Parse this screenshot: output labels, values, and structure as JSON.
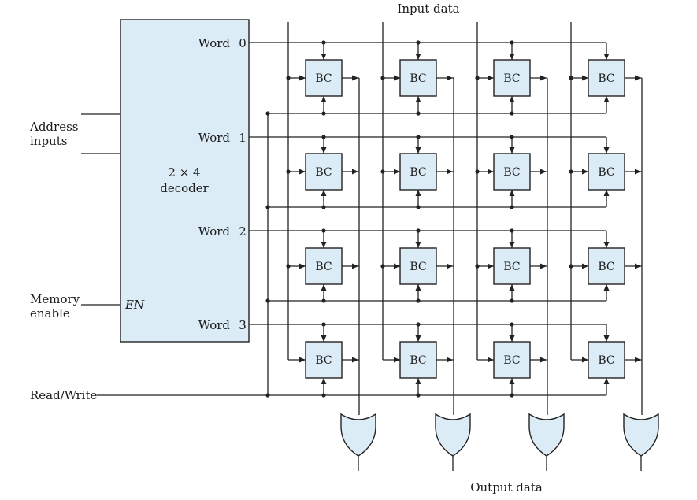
{
  "labels": {
    "input_data": "Input data",
    "output_data": "Output data",
    "address_inputs_line1": "Address",
    "address_inputs_line2": "inputs",
    "memory_enable_line1": "Memory",
    "memory_enable_line2": "enable",
    "read_write": "Read/Write"
  },
  "decoder": {
    "title_line1": "2 × 4",
    "title_line2": "decoder",
    "enable": "EN",
    "words": [
      {
        "label": "Word",
        "index": "0"
      },
      {
        "label": "Word",
        "index": "1"
      },
      {
        "label": "Word",
        "index": "2"
      },
      {
        "label": "Word",
        "index": "3"
      }
    ]
  },
  "cell_label": "BC",
  "grid": {
    "rows": 4,
    "cols": 4
  },
  "colors": {
    "fill": "#dcecf6",
    "stroke": "#222222"
  }
}
